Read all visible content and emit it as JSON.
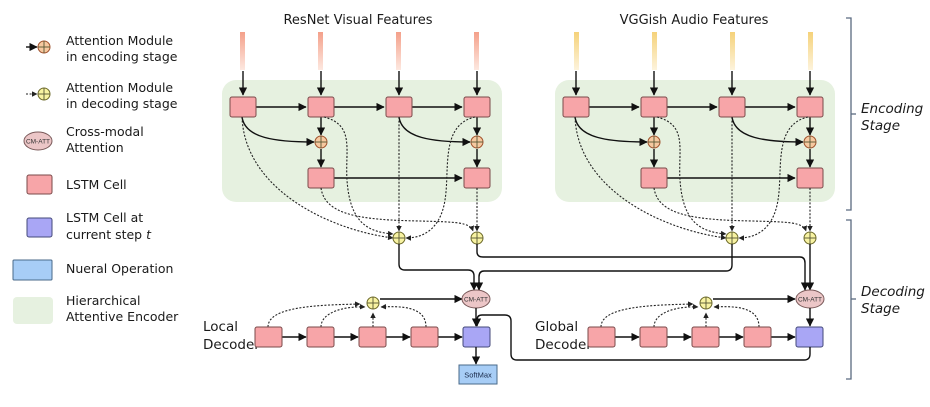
{
  "legend": {
    "items": [
      {
        "id": "att-enc",
        "label_line1": "Attention Module",
        "label_line2": "in encoding stage",
        "icon": "attention-encoding-icon"
      },
      {
        "id": "att-dec",
        "label_line1": "Attention Module",
        "label_line2": "in decoding stage",
        "icon": "attention-decoding-icon"
      },
      {
        "id": "cm-att",
        "label_line1": "Cross-modal",
        "label_line2": "Attention",
        "icon": "cross-modal-attention-icon",
        "icon_text": "CM-ATT"
      },
      {
        "id": "lstm",
        "label_line1": "LSTM Cell",
        "label_line2": "",
        "icon": "lstm-cell-icon"
      },
      {
        "id": "lstm-cur",
        "label_line1": "LSTM Cell at",
        "label_line2": "current step",
        "label_italic": "t",
        "icon": "lstm-current-icon"
      },
      {
        "id": "op",
        "label_line1": "Nueral Operation",
        "label_line2": "",
        "icon": "neural-operation-icon"
      },
      {
        "id": "enc",
        "label_line1": "Hierarchical",
        "label_line2": "Attentive Encoder",
        "icon": "hierarchical-encoder-icon"
      }
    ]
  },
  "encoders": {
    "visual_title": "ResNet Visual Features",
    "audio_title": "VGGish Audio Features"
  },
  "decoders": {
    "local_line1": "Local",
    "local_line2": "Decoder",
    "global_line1": "Global",
    "global_line2": "Decoder",
    "cm_att_label": "CM-ATT",
    "softmax_label": "SoftMax"
  },
  "stages": {
    "encoding_line1": "Encoding",
    "encoding_line2": "Stage",
    "decoding_line1": "Decoding",
    "decoding_line2": "Stage"
  },
  "colors": {
    "lstm_cell": "#f7a5a8",
    "lstm_current": "#a9a6f5",
    "neural_op": "#a7cdf6",
    "encoder_bg": "#e6f1e0",
    "att_encoding": "#f6c9a0",
    "att_decoding": "#f8f3a2",
    "cm_att": "#ecc6c7",
    "visual_feature": "#f4a08a",
    "audio_feature": "#f5d27a"
  }
}
